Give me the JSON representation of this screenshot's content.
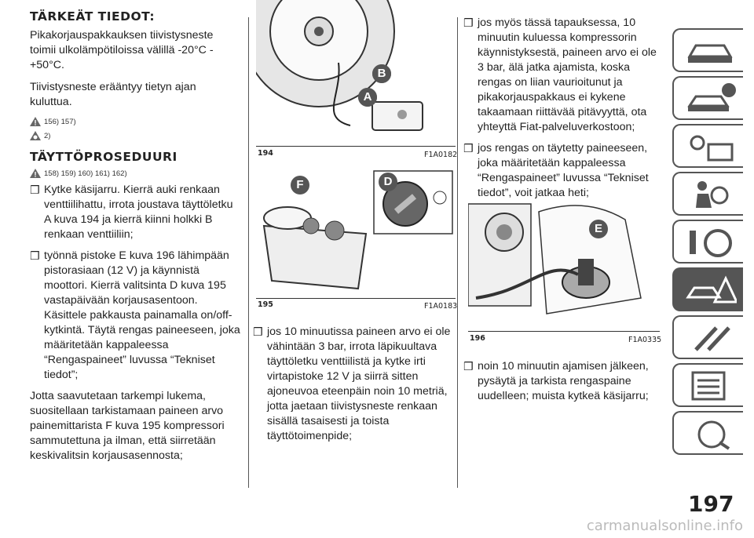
{
  "left": {
    "heading1": "TÄRKEÄT TIEDOT:",
    "p1": "Pikakorjauspakkauksen tiivistysneste toimii ulkolämpötiloissa välillä -20°C - +50°C.",
    "p2": "Tiivistysneste erääntyy tietyn ajan kuluttua.",
    "warn1": "156) 157)",
    "warn2": "2)",
    "heading2": "TÄYTTÖPROSEDUURI",
    "warn3": "158) 159) 160) 161) 162)",
    "bullets": [
      "Kytke käsijarru. Kierrä auki renkaan venttiilihattu, irrota joustava täyttöletku A kuva 194 ja kierrä kiinni holkki B renkaan venttiiliin;",
      "työnnä pistoke E kuva 196 lähimpään pistorasiaan (12 V) ja käynnistä moottori. Kierrä valitsinta D kuva 195 vastapäivään korjausasentoon. Käsittele pakkausta painamalla on/off-kytkintä. Täytä rengas paineeseen, joka määritetään kappaleessa “Rengaspaineet” luvussa “Tekniset tiedot”;"
    ],
    "p3": "Jotta saavutetaan tarkempi lukema, suositellaan tarkistamaan paineen arvo painemittarista F kuva 195 kompressori sammutettuna ja ilman, että siirretään keskivalitsin korjausasennosta;"
  },
  "middle": {
    "fig194_num": "194",
    "fig194_code": "F1A0182",
    "fig195_num": "195",
    "fig195_code": "F1A0183",
    "label_A": "A",
    "label_B": "B",
    "label_D": "D",
    "label_F": "F",
    "bullet": "jos 10 minuutissa paineen arvo ei ole vähintään 3 bar, irrota läpikuultava täyttöletku venttiilistä ja kytke irti virtapistoke 12 V ja siirrä sitten ajoneuvoa eteenpäin noin 10 metriä, jotta jaetaan tiivistysneste renkaan sisällä tasaisesti ja toista täyttötoimenpide;"
  },
  "right": {
    "bullets": [
      "jos myös tässä tapauksessa, 10 minuutin kuluessa kompressorin käynnistyksestä, paineen arvo ei ole 3 bar, älä jatka ajamista, koska rengas on liian vaurioitunut ja pikakorjauspakkaus ei kykene takaamaan riittävää pitävyyttä, ota yhteyttä Fiat-palveluverkostoon;",
      "jos rengas on täytetty paineeseen, joka määritetään kappaleessa “Rengaspaineet” luvussa “Tekniset tiedot”, voit jatkaa heti;"
    ],
    "fig196_num": "196",
    "fig196_code": "F1A0335",
    "label_E": "E",
    "bullet_last": "noin 10 minuutin ajamisen jälkeen, pysäytä ja tarkista rengaspaine uudelleen; muista kytkeä käsijarru;"
  },
  "page_number": "197",
  "footer": "carmanualsonline.info",
  "bullet_glyph": "❒",
  "colors": {
    "accent": "#444444",
    "label_bg": "#555555",
    "sidebar_active": "#555555"
  }
}
